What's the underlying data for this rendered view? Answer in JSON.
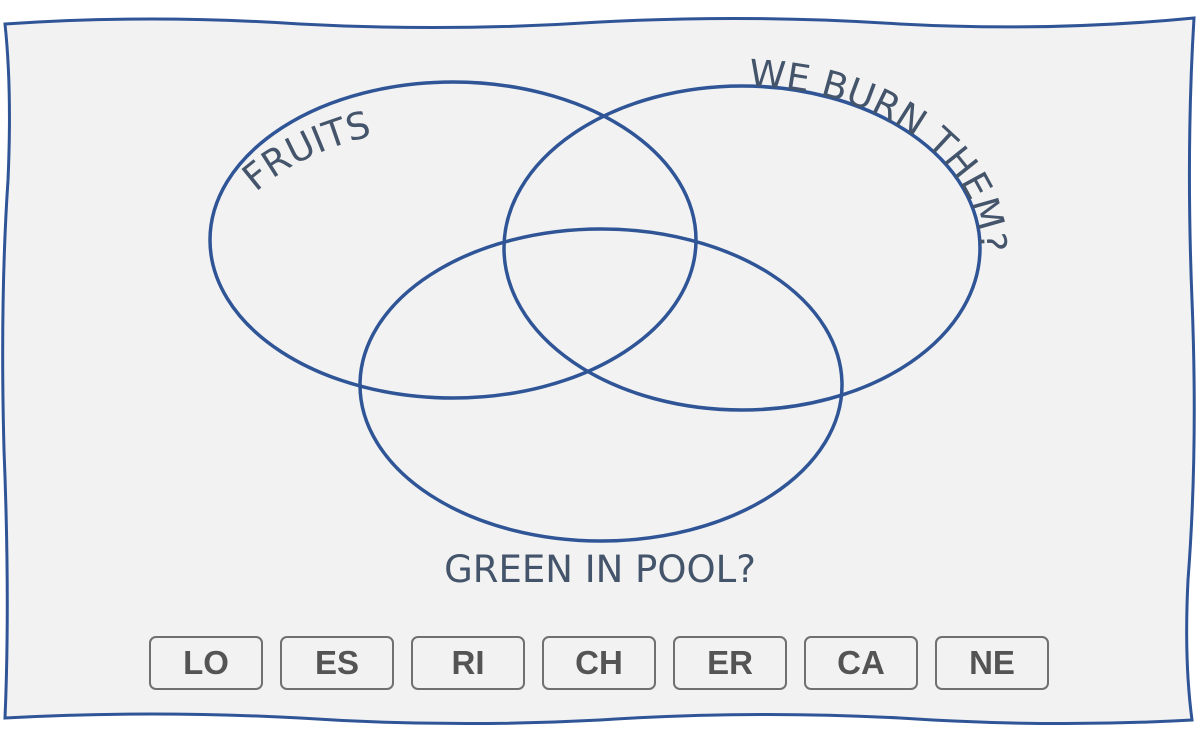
{
  "diagram": {
    "sets": [
      {
        "id": "fruits",
        "label": "FRUITS"
      },
      {
        "id": "burn",
        "label": "WE BURN THEM?"
      },
      {
        "id": "pool",
        "label": "GREEN IN POOL?"
      }
    ]
  },
  "tiles": [
    "LO",
    "ES",
    "RI",
    "CH",
    "ER",
    "CA",
    "NE"
  ],
  "colors": {
    "outline": "#2f5597",
    "background": "#f2f2f2",
    "label_text": "#44546a",
    "tile_border": "#707070",
    "tile_text": "#545454"
  }
}
